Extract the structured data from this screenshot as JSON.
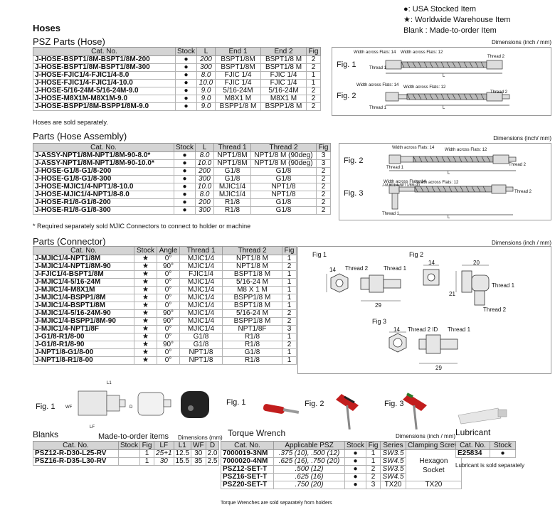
{
  "legend": {
    "usa": "●: USA Stocked Item",
    "ww": "★: Worldwide Warehouse Item",
    "blank": "Blank : Made-to-order Item"
  },
  "title": "Hoses",
  "hose": {
    "heading": "PSZ Parts (Hose)",
    "dims": "Dimensions (inch / mm)",
    "columns": [
      "Cat. No.",
      "Stock",
      "L",
      "End 1",
      "End 2",
      "Fig"
    ],
    "rows": [
      [
        "J-HOSE-BSPT1/8M-BSPT1/8M-200",
        "●",
        "200",
        "BSPT1/8M",
        "BSPT1/8 M",
        "2"
      ],
      [
        "J-HOSE-BSPT1/8M-BSPT1/8M-300",
        "●",
        "300",
        "BSPT1/8M",
        "BSPT1/8 M",
        "2"
      ],
      [
        "J-HOSE-FJIC1/4-FJIC1/4-8.0",
        "●",
        "8.0",
        "FJIC 1/4",
        "FJIC 1/4",
        "1"
      ],
      [
        "J-HOSE-FJIC1/4-FJIC1/4-10.0",
        "●",
        "10.0",
        "FJIC 1/4",
        "FJIC 1/4",
        "1"
      ],
      [
        "J-HOSE-5/16-24M-5/16-24M-9.0",
        "●",
        "9.0",
        "5/16-24M",
        "5/16-24M",
        "2"
      ],
      [
        "J-HOSE-M8X1M-M8X1M-9.0",
        "●",
        "9.0",
        "M8X1 M",
        "M8X1 M",
        "2"
      ],
      [
        "J-HOSE-BSPP1/8M-BSPP1/8M-9.0",
        "●",
        "9.0",
        "BSPP1/8 M",
        "BSPP1/8 M",
        "2"
      ]
    ],
    "note": "Hoses are sold separately.",
    "fig1": "Fig. 1",
    "fig2": "Fig. 2",
    "wf14": "Width across Flats: 14",
    "wf12": "Width across Flats: 12",
    "t1": "Thread 1",
    "t2": "Thread 2",
    "l": "L"
  },
  "assy": {
    "heading": "Parts (Hose Assembly)",
    "dims": "Dimensions (inch/ mm)",
    "columns": [
      "Cat. No.",
      "Stock",
      "L",
      "Thread 1",
      "Thread 2",
      "Fig"
    ],
    "rows": [
      [
        "J-ASSY-NPT1/8M-NPT1/8M-90-8.0*",
        "●",
        "8.0",
        "NPT1/8M",
        "NPT1/8 M (90deg)",
        "3"
      ],
      [
        "J-ASSY-NPT1/8M-NPT1/8M-90-10.0*",
        "●",
        "10.0",
        "NPT1/8M",
        "NPT1/8 M (90deg)",
        "3"
      ],
      [
        "J-HOSE-G1/8-G1/8-200",
        "●",
        "200",
        "G1/8",
        "G1/8",
        "2"
      ],
      [
        "J-HOSE-G1/8-G1/8-300",
        "●",
        "300",
        "G1/8",
        "G1/8",
        "2"
      ],
      [
        "J-HOSE-MJIC1/4-NPT1/8-10.0",
        "●",
        "10.0",
        "MJIC1/4",
        "NPT1/8",
        "2"
      ],
      [
        "J-HOSE-MJIC1/4-NPT1/8-8.0",
        "●",
        "8.0",
        "MJIC1/4",
        "NPT1/8",
        "2"
      ],
      [
        "J-HOSE-R1/8-G1/8-200",
        "●",
        "200",
        "R1/8",
        "G1/8",
        "2"
      ],
      [
        "J-HOSE-R1/8-G1/8-300",
        "●",
        "300",
        "R1/8",
        "G1/8",
        "2"
      ]
    ],
    "note": "* Required separately sold MJIC Connectors to connect to holder or machine",
    "fig2": "Fig. 2",
    "fig3": "Fig. 3",
    "mjic": "J-MJIC1/4-NPT1/8M-90"
  },
  "conn": {
    "heading": "Parts (Connector)",
    "dims": "Dimensions (inch / mm)",
    "columns": [
      "Cat. No.",
      "Stock",
      "Angle",
      "Thread 1",
      "Thread 2",
      "Fig"
    ],
    "rows": [
      [
        "J-MJIC1/4-NPT1/8M",
        "★",
        "0°",
        "MJIC1/4",
        "NPT1/8 M",
        "1"
      ],
      [
        "J-MJIC1/4-NPT1/8M-90",
        "★",
        "90°",
        "MJIC1/4",
        "NPT1/8 M",
        "2"
      ],
      [
        "J-FJIC1/4-BSPT1/8M",
        "★",
        "0°",
        "FJIC1/4",
        "BSPT1/8 M",
        "1"
      ],
      [
        "J-MJIC1/4-5/16-24M",
        "★",
        "0°",
        "MJIC1/4",
        "5/16-24 M",
        "1"
      ],
      [
        "J-MJIC1/4-M8X1M",
        "★",
        "0°",
        "MJIC1/4",
        "M8 X 1 M",
        "1"
      ],
      [
        "J-MJIC1/4-BSPP1/8M",
        "★",
        "0°",
        "MJIC1/4",
        "BSPP1/8 M",
        "1"
      ],
      [
        "J-MJIC1/4-BSPT1/8M",
        "★",
        "0°",
        "MJIC1/4",
        "BSPT1/8 M",
        "1"
      ],
      [
        "J-MJIC1/4-5/16-24M-90",
        "★",
        "90°",
        "MJIC1/4",
        "5/16-24 M",
        "2"
      ],
      [
        "J-MJIC1/4-BSPP1/8M-90",
        "★",
        "90°",
        "MJIC1/4",
        "BSPP1/8 M",
        "2"
      ],
      [
        "J-MJIC1/4-NPT1/8F",
        "★",
        "0°",
        "MJIC1/4",
        "NPT1/8F",
        "3"
      ],
      [
        "J-G1/8-R1/8-00",
        "★",
        "0°",
        "G1/8",
        "R1/8",
        "1"
      ],
      [
        "J-G1/8-R1/8-90",
        "★",
        "90°",
        "G1/8",
        "R1/8",
        "2"
      ],
      [
        "J-NPT1/8-G1/8-00",
        "★",
        "0°",
        "NPT1/8",
        "G1/8",
        "1"
      ],
      [
        "J-NPT1/8-R1/8-00",
        "★",
        "0°",
        "NPT1/8",
        "R1/8",
        "1"
      ]
    ],
    "fig1": "Fig 1",
    "fig2": "Fig 2",
    "fig3": "Fig 3",
    "d14": "14",
    "d29": "29",
    "d20": "20",
    "d21": "21",
    "t1": "Thread 1",
    "t2": "Thread 2",
    "t2id": "Thread 2 ID"
  },
  "blanks": {
    "heading": "Blanks",
    "subheading": "Made-to-order items",
    "dims": "Dimensions (mm)",
    "fig1": "Fig. 1",
    "wf": "WF",
    "l1": "L1",
    "lf": "LF",
    "d": "D",
    "columns": [
      "Cat. No.",
      "Stock",
      "Fig",
      "LF",
      "L1",
      "WF",
      "D"
    ],
    "rows": [
      [
        "PSZ12-R-D30-L25-RV",
        "",
        "1",
        "25+1",
        "12.5",
        "30",
        "2.0"
      ],
      [
        "PSZ16-R-D35-L30-RV",
        "",
        "1",
        "30",
        "15.5",
        "35",
        "2.5"
      ]
    ]
  },
  "torque": {
    "heading": "Torque Wrench",
    "fig1": "Fig. 1",
    "fig2": "Fig. 2",
    "fig3": "Fig. 3",
    "dims": "Dimensions (inch / mm)",
    "columns": [
      "Cat. No.",
      "Applicable PSZ",
      "Stock",
      "Fig",
      "Series",
      "Clamping Screw"
    ],
    "rows": [
      [
        "7000019-3NM",
        ".375 (10), .500 (12)",
        "●",
        "1",
        "SW3.5"
      ],
      [
        "7000020-4NM",
        ".625 (16), .750 (20)",
        "●",
        "1",
        "SW4.5"
      ],
      [
        "PSZ12-SET-T",
        ".500 (12)",
        "●",
        "2",
        "SW3.5"
      ],
      [
        "PSZ16-SET-T",
        ".625 (16)",
        "●",
        "2",
        "SW4.5"
      ],
      [
        "PSZ20-SET-T",
        ".750 (20)",
        "●",
        "3",
        "TX20"
      ]
    ],
    "clamp_hex": "Hexagon Socket",
    "clamp_tx": "TX20",
    "note": "Torque Wrenches are sold separately from holders"
  },
  "lub": {
    "heading": "Lubricant",
    "columns": [
      "Cat. No.",
      "Stock"
    ],
    "rows": [
      [
        "E25834",
        "●"
      ]
    ],
    "note": "Lubricant is sold separately"
  }
}
